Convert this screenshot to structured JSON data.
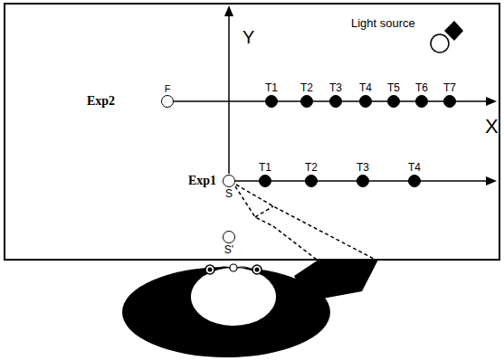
{
  "diagram": {
    "nodes": [
      {
        "text": [
          "Light source"
        ]
      },
      {
        "text": [
          "F"
        ]
      },
      {
        "text": [
          "T1"
        ]
      },
      {
        "text": [
          "T2"
        ]
      },
      {
        "text": [
          "T3"
        ]
      },
      {
        "text": [
          "T4"
        ]
      },
      {
        "text": [
          "T5"
        ]
      },
      {
        "text": [
          "T6"
        ]
      },
      {
        "text": [
          "T7"
        ]
      },
      {
        "text": [
          "S"
        ]
      },
      {
        "text": [
          "T1"
        ]
      },
      {
        "text": [
          "T2"
        ]
      },
      {
        "text": [
          "T3"
        ]
      },
      {
        "text": [
          "T4"
        ]
      },
      {
        "text": [
          "S'"
        ]
      }
    ],
    "labels": [
      "Y",
      "X",
      "Exp2",
      "Exp1"
    ]
  }
}
